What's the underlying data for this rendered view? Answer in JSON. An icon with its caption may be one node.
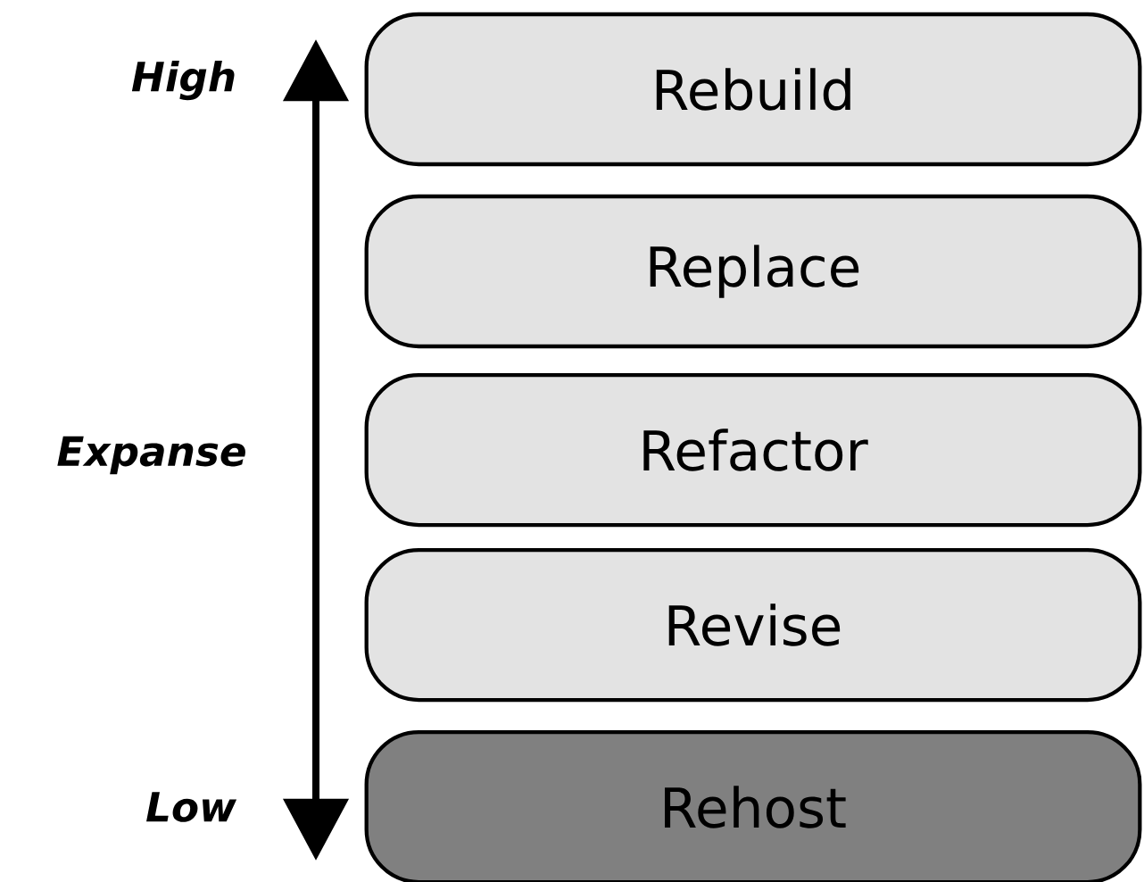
{
  "diagram": {
    "nodes": [
      {
        "text": [
          "Rebuild"
        ]
      },
      {
        "text": [
          "Replace"
        ]
      },
      {
        "text": [
          "Refactor"
        ]
      },
      {
        "text": [
          "Revise"
        ]
      },
      {
        "text": [
          "Rehost"
        ]
      }
    ],
    "labels": [
      "High",
      "Expanse",
      "Low"
    ]
  }
}
